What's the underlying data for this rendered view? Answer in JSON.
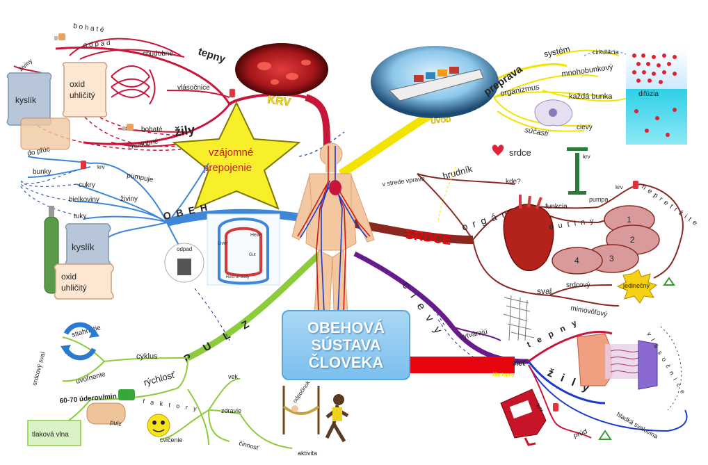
{
  "center": {
    "title": "OBEHOVÁ\nSÚSTAVA\nČLOVEKA"
  },
  "star": {
    "text": "vzájomné prepojenie",
    "line1": "vzájomné",
    "line2": "prepojenie"
  },
  "branches": {
    "krv": "KRV",
    "uvod": "ÚVOD",
    "preprava": "preprava",
    "obeh": "O B E H",
    "srdce": "SRDCE",
    "organ": "o r g á n",
    "cievy": "c i e v y",
    "puls": "P U L Z",
    "tepny_right": "t e p n y",
    "zily_right": "ž i l y",
    "tepny_left": "tepny",
    "zily_left": "žily"
  },
  "labels": {
    "bohate": "b o h a t é",
    "odpad": "o d p a d",
    "chudobne1": "chudobné",
    "vlasocnice": "vlásočnice",
    "bohate2": "bohaté",
    "chudobne2": "chudobné",
    "ziviny": "živiny",
    "kyslik": "kyslík",
    "oxid": "oxid\nuhličitý",
    "do_pluc": "do pľúc",
    "bunky": "bunky",
    "krv_small": "krv",
    "pumpuje": "pumpuje",
    "cukry": "cukry",
    "bielkoviny": "bielkoviny",
    "ziviny2": "živiny",
    "tuky": "tuky",
    "kyslik2": "kyslík",
    "oxid2": "oxid\nuhličitý",
    "system": "systém",
    "cirkulacia": "cirkulácia",
    "mnohobunkovy": "mnohobunkový",
    "organizmus": "organizmus",
    "kazda_bunka": "každá bunka",
    "difuzia": "difúzia",
    "sucasti": "súčasti",
    "cievy": "cievy",
    "srdce": "srdce",
    "krv_pump": "krv",
    "v_strede": "v strede vpravo",
    "hrudnik": "hrudník",
    "kde": "kde?",
    "funkcia": "funkcia",
    "pumpa": "pumpa",
    "krv_right": "krv",
    "neprestajne": "n e p r e t r ž i t e",
    "dutiny": "d u t i n y",
    "chamber1": "1",
    "chamber2": "2",
    "chamber3": "3",
    "chamber4": "4",
    "sval": "sval",
    "srdcovy": "srdcový",
    "mimovolny": "mimovôľový",
    "jedinecny": "jedinečný",
    "vytvaraju": "vytvárajú",
    "siet": "sieť",
    "vlasocnice_r": "v l á s o č n i c e",
    "krv_zily": "krv",
    "prud": "prúd",
    "hladka": "hladká svalovina",
    "ziby_zily": "žily",
    "stiahnutie": "stiahnutie",
    "cyklus": "cyklus",
    "srdcovy_sval": "srdcový sval",
    "uvolnenie": "uvoľnenie",
    "rychlost": "rýchlosť",
    "uderov": "60-70 úderov/min",
    "faktory": "f a k t o r y",
    "vek": "vek",
    "zdravie": "zdravie",
    "cinnost": "činnosť",
    "aktivita": "aktivita",
    "cvicenie": "cvičenie",
    "odpocinok": "odpočinok",
    "puls_lbl": "pulz",
    "tlakova": "tlaková vlna"
  },
  "colors": {
    "red": "#c8163a",
    "blue": "#3d86d8",
    "yellow": "#f2e400",
    "brown": "#8a2820",
    "purple": "#6a1a8a",
    "green": "#8ccc3c",
    "lightgreen": "#b8e07a",
    "center": "#8fcaf0"
  }
}
